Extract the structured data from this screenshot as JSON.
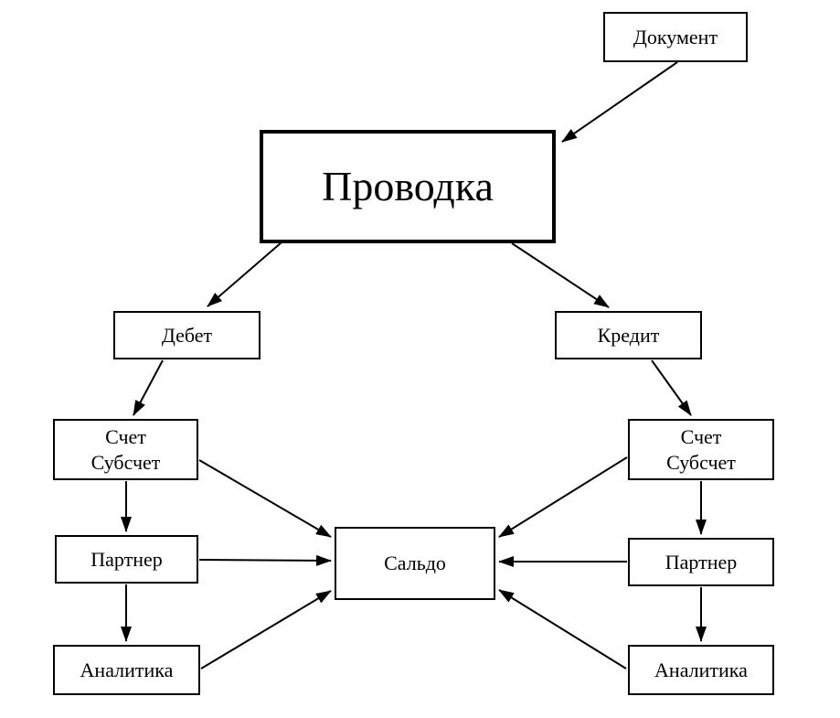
{
  "diagram": {
    "background_color": "#ffffff",
    "line_color": "#000000",
    "box_fill_color": "#ffffff",
    "nodes": {
      "document": {
        "label": "Документ"
      },
      "provodka": {
        "label": "Проводка"
      },
      "debet": {
        "label": "Дебет"
      },
      "kredit": {
        "label": "Кредит"
      },
      "schet_subschet_left": {
        "lines": [
          "Счет",
          "Субсчет"
        ]
      },
      "schet_subschet_right": {
        "lines": [
          "Счет",
          "Субсчет"
        ]
      },
      "partner_left": {
        "label": "Партнер"
      },
      "partner_right": {
        "label": "Партнер"
      },
      "analitika_left": {
        "label": "Аналитика"
      },
      "analitika_right": {
        "label": "Аналитика"
      },
      "saldo": {
        "label": "Сальдо"
      }
    },
    "edges": [
      {
        "from": "document",
        "to": "provodka"
      },
      {
        "from": "provodka",
        "to": "debet"
      },
      {
        "from": "provodka",
        "to": "kredit"
      },
      {
        "from": "debet",
        "to": "schet_subschet_left"
      },
      {
        "from": "kredit",
        "to": "schet_subschet_right"
      },
      {
        "from": "schet_subschet_left",
        "to": "partner_left"
      },
      {
        "from": "partner_left",
        "to": "analitika_left"
      },
      {
        "from": "schet_subschet_right",
        "to": "partner_right"
      },
      {
        "from": "partner_right",
        "to": "analitika_right"
      },
      {
        "from": "schet_subschet_left",
        "to": "saldo"
      },
      {
        "from": "partner_left",
        "to": "saldo"
      },
      {
        "from": "analitika_left",
        "to": "saldo"
      },
      {
        "from": "schet_subschet_right",
        "to": "saldo"
      },
      {
        "from": "partner_right",
        "to": "saldo"
      },
      {
        "from": "analitika_right",
        "to": "saldo"
      }
    ]
  }
}
